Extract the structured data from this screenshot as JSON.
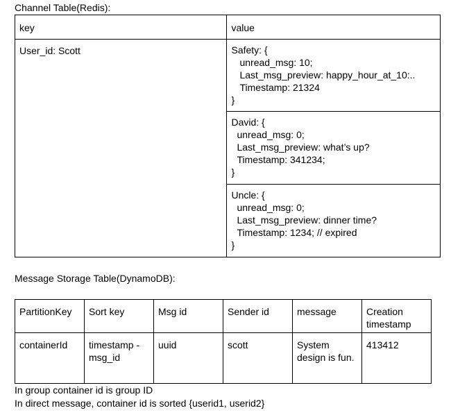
{
  "channel_table": {
    "title": "Channel Table(Redis):",
    "headers": {
      "key": "key",
      "value": "value"
    },
    "key_value": "User_id: Scott",
    "entries": [
      {
        "open": "Safety:  {",
        "lines": [
          "unread_msg: 10;",
          "Last_msg_preview: happy_hour_at_10:..",
          "Timestamp: 21324"
        ],
        "close": "}"
      },
      {
        "open": "David: {",
        "lines": [
          "unread_msg: 0;",
          "Last_msg_preview: what’s up?",
          "Timestamp: 341234;"
        ],
        "close": "}"
      },
      {
        "open": "Uncle: {",
        "lines": [
          "unread_msg: 0;",
          "Last_msg_preview: dinner time?",
          "Timestamp: 1234; // expired"
        ],
        "close": "}"
      }
    ]
  },
  "message_table": {
    "title": "Message Storage Table(DynamoDB):",
    "headers": [
      "PartitionKey",
      "Sort key",
      "Msg id",
      "Sender id",
      "message",
      "Creation timestamp"
    ],
    "row": [
      "containerId",
      "timestamp - msg_id",
      "uuid",
      "scott",
      "System design is fun.",
      "413412"
    ]
  },
  "notes": [
    "In group container id is group ID",
    "In direct message, container id is sorted {userid1, userid2}"
  ]
}
